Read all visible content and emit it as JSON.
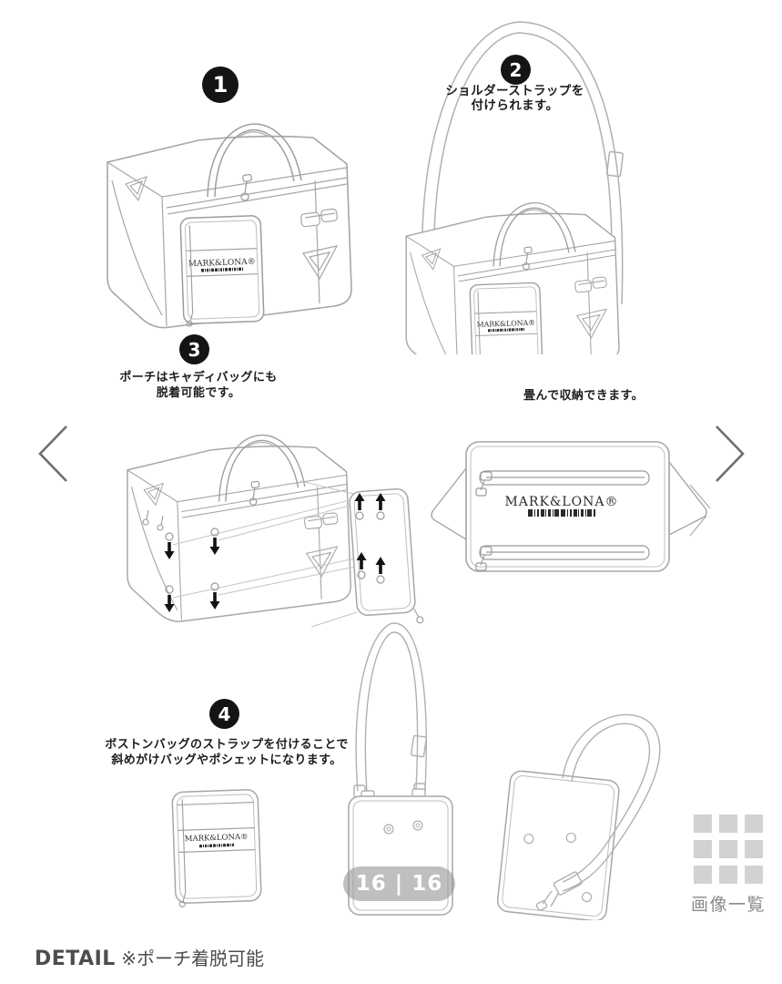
{
  "brand": {
    "logo": "MARK&LONA®"
  },
  "steps": [
    {
      "number": "1"
    },
    {
      "number": "2",
      "caption": "ショルダーストラップを\n付けられます。"
    },
    {
      "number": "3",
      "caption": "ポーチはキャディバッグにも\n脱着可能です。"
    },
    {
      "number": "4",
      "caption": "ボストンバッグのストラップを付けることで\n斜めがけバッグやポシェットになります。"
    }
  ],
  "notes": {
    "fold": "畳んで収納できます。"
  },
  "pager": {
    "label": "16 | 16"
  },
  "gallery": {
    "image_list_label": "画像一覧"
  },
  "footer": {
    "heading": "DETAIL",
    "note": "※ポーチ着脱可能"
  },
  "colors": {
    "badge_bg": "#141414",
    "badge_text": "#ffffff",
    "line_art": "#a6a6a6",
    "pager_bg": "rgba(148,148,148,0.6)",
    "grid_square": "#d2d2d2",
    "muted_text": "#8a8a8a",
    "footer_text": "#4d4d4d"
  }
}
